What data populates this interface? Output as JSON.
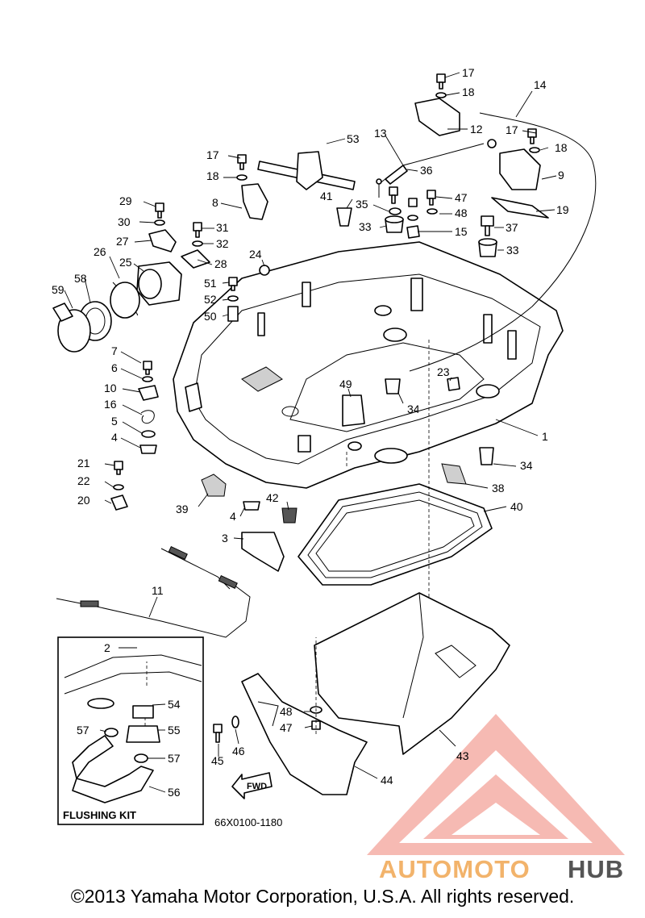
{
  "diagram": {
    "callouts": [
      {
        "id": "c17a",
        "text": "17"
      },
      {
        "id": "c18a",
        "text": "18"
      },
      {
        "id": "c14",
        "text": "14"
      },
      {
        "id": "c13",
        "text": "13"
      },
      {
        "id": "c12",
        "text": "12"
      },
      {
        "id": "c17b",
        "text": "17"
      },
      {
        "id": "c18b",
        "text": "18"
      },
      {
        "id": "c53",
        "text": "53"
      },
      {
        "id": "c17c",
        "text": "17"
      },
      {
        "id": "c18c",
        "text": "18"
      },
      {
        "id": "c36",
        "text": "36"
      },
      {
        "id": "c9",
        "text": "9"
      },
      {
        "id": "c29",
        "text": "29"
      },
      {
        "id": "c8",
        "text": "8"
      },
      {
        "id": "c41",
        "text": "41"
      },
      {
        "id": "c35",
        "text": "35"
      },
      {
        "id": "c47a",
        "text": "47"
      },
      {
        "id": "c48a",
        "text": "48"
      },
      {
        "id": "c19",
        "text": "19"
      },
      {
        "id": "c30",
        "text": "30"
      },
      {
        "id": "c31",
        "text": "31"
      },
      {
        "id": "c33a",
        "text": "33"
      },
      {
        "id": "c15",
        "text": "15"
      },
      {
        "id": "c37",
        "text": "37"
      },
      {
        "id": "c27",
        "text": "27"
      },
      {
        "id": "c32",
        "text": "32"
      },
      {
        "id": "c33b",
        "text": "33"
      },
      {
        "id": "c26",
        "text": "26"
      },
      {
        "id": "c24",
        "text": "24"
      },
      {
        "id": "c28",
        "text": "28"
      },
      {
        "id": "c25",
        "text": "25"
      },
      {
        "id": "c59",
        "text": "59"
      },
      {
        "id": "c58",
        "text": "58"
      },
      {
        "id": "c51",
        "text": "51"
      },
      {
        "id": "c52",
        "text": "52"
      },
      {
        "id": "c50",
        "text": "50"
      },
      {
        "id": "c7",
        "text": "7"
      },
      {
        "id": "c6",
        "text": "6"
      },
      {
        "id": "c10",
        "text": "10"
      },
      {
        "id": "c16",
        "text": "16"
      },
      {
        "id": "c5",
        "text": "5"
      },
      {
        "id": "c4a",
        "text": "4"
      },
      {
        "id": "c49",
        "text": "49"
      },
      {
        "id": "c23",
        "text": "23"
      },
      {
        "id": "c34a",
        "text": "34"
      },
      {
        "id": "c1",
        "text": "1"
      },
      {
        "id": "c21",
        "text": "21"
      },
      {
        "id": "c22",
        "text": "22"
      },
      {
        "id": "c20",
        "text": "20"
      },
      {
        "id": "c34b",
        "text": "34"
      },
      {
        "id": "c38",
        "text": "38"
      },
      {
        "id": "c39",
        "text": "39"
      },
      {
        "id": "c4b",
        "text": "4"
      },
      {
        "id": "c42",
        "text": "42"
      },
      {
        "id": "c40",
        "text": "40"
      },
      {
        "id": "c3",
        "text": "3"
      },
      {
        "id": "c11",
        "text": "11"
      },
      {
        "id": "c2",
        "text": "2"
      },
      {
        "id": "c54",
        "text": "54"
      },
      {
        "id": "c48b",
        "text": "48"
      },
      {
        "id": "c57a",
        "text": "57"
      },
      {
        "id": "c55",
        "text": "55"
      },
      {
        "id": "c47b",
        "text": "47"
      },
      {
        "id": "c45",
        "text": "45"
      },
      {
        "id": "c46",
        "text": "46"
      },
      {
        "id": "c57b",
        "text": "57"
      },
      {
        "id": "c43",
        "text": "43"
      },
      {
        "id": "c44",
        "text": "44"
      },
      {
        "id": "c56",
        "text": "56"
      }
    ],
    "flushing_kit_label": "FLUSHING KIT",
    "fwd_label": "FWD",
    "diagram_code": "66X0100-1180"
  },
  "watermark": {
    "brand_part1": "AUTOMOTO",
    "brand_part2": "HUB",
    "color_light": "#f2b36b",
    "color_red": "#e8584a",
    "color_grey": "#555555"
  },
  "copyright": "©2013 Yamaha Motor Corporation, U.S.A. All rights reserved."
}
